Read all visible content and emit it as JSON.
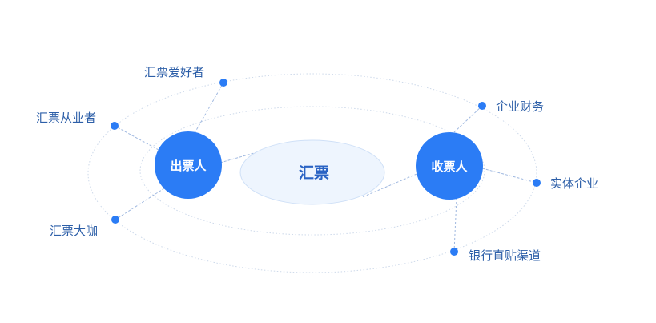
{
  "diagram": {
    "center": {
      "label": "汇票"
    },
    "issuer": {
      "label": "出票人"
    },
    "receiver": {
      "label": "收票人"
    },
    "issuer_links": [
      {
        "label": "汇票爱好者"
      },
      {
        "label": "汇票从业者"
      },
      {
        "label": "汇票大咖"
      }
    ],
    "receiver_links": [
      {
        "label": "企业财务"
      },
      {
        "label": "实体企业"
      },
      {
        "label": "银行直贴渠道"
      }
    ]
  },
  "colors": {
    "hub_fill": "#2b7cf5",
    "hub_text": "#ffffff",
    "node": "#2b7cf5",
    "label_text": "#2d5fa8",
    "center_fill": "#eef5fe",
    "center_stroke": "#cfe0f7",
    "center_text": "#2a63c4",
    "ring": "#cdd9ea",
    "link": "#9fb8e0"
  }
}
